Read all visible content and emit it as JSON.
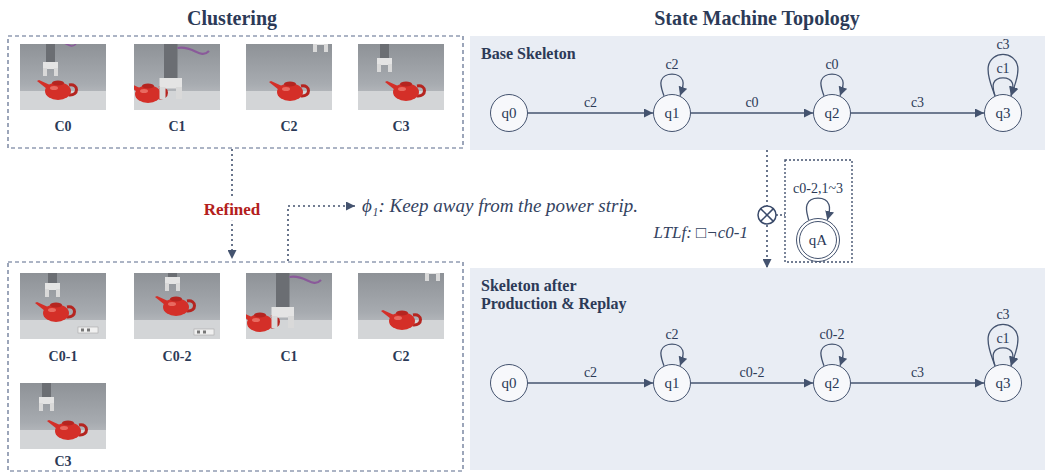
{
  "diagram": {
    "nodes": [
      {
        "text": [
          "Base Skeleton"
        ]
      },
      {
        "text": [
          "q0"
        ],
        "in": 0
      },
      {
        "text": [
          "q1"
        ],
        "in": 0
      },
      {
        "text": [
          "q2"
        ],
        "in": 0
      },
      {
        "text": [
          "q3"
        ],
        "in": 0
      },
      {
        "text": [
          "qA"
        ]
      },
      {
        "text": [
          "Skeleton after Production & Replay"
        ]
      },
      {
        "text": [
          "q0"
        ],
        "in": 6
      },
      {
        "text": [
          "q1"
        ],
        "in": 6
      },
      {
        "text": [
          "q2"
        ],
        "in": 6
      },
      {
        "text": [
          "q3"
        ],
        "in": 6
      }
    ],
    "edges": [
      {
        "from": 1,
        "to": 2,
        "label": "c2",
        "arrow": "to"
      },
      {
        "from": 2,
        "to": 2,
        "label": "c2",
        "arrow": "to"
      },
      {
        "from": 2,
        "to": 3,
        "label": "c0",
        "arrow": "to"
      },
      {
        "from": 3,
        "to": 3,
        "label": "c0",
        "arrow": "to"
      },
      {
        "from": 3,
        "to": 4,
        "label": "c3",
        "arrow": "to"
      },
      {
        "from": 4,
        "to": 4,
        "label": "c3",
        "arrow": "to"
      },
      {
        "from": 4,
        "to": 4,
        "label": "c1",
        "arrow": "to"
      },
      {
        "from": 5,
        "to": 5,
        "label": "c0-2,1~3",
        "arrow": "to"
      },
      {
        "from": 0,
        "to": 6,
        "arrow": "to"
      },
      {
        "from": 7,
        "to": 8,
        "label": "c2",
        "arrow": "to"
      },
      {
        "from": 8,
        "to": 8,
        "label": "c2",
        "arrow": "to"
      },
      {
        "from": 8,
        "to": 9,
        "label": "c0-2",
        "arrow": "to"
      },
      {
        "from": 9,
        "to": 9,
        "label": "c0-2",
        "arrow": "to"
      },
      {
        "from": 9,
        "to": 10,
        "label": "c3",
        "arrow": "to"
      },
      {
        "from": 10,
        "to": 10,
        "label": "c3",
        "arrow": "to"
      },
      {
        "from": 10,
        "to": 10,
        "label": "c1",
        "arrow": "to"
      }
    ],
    "labels": [
      "Clustering",
      "State Machine Topology",
      "C0",
      "C1",
      "C2",
      "C3",
      "Refined",
      "C0-1",
      "C0-2",
      "C1",
      "C2",
      "C3",
      "ϕ₁: Keep away from the power strip.",
      "LTLf: □¬c0-1"
    ]
  }
}
